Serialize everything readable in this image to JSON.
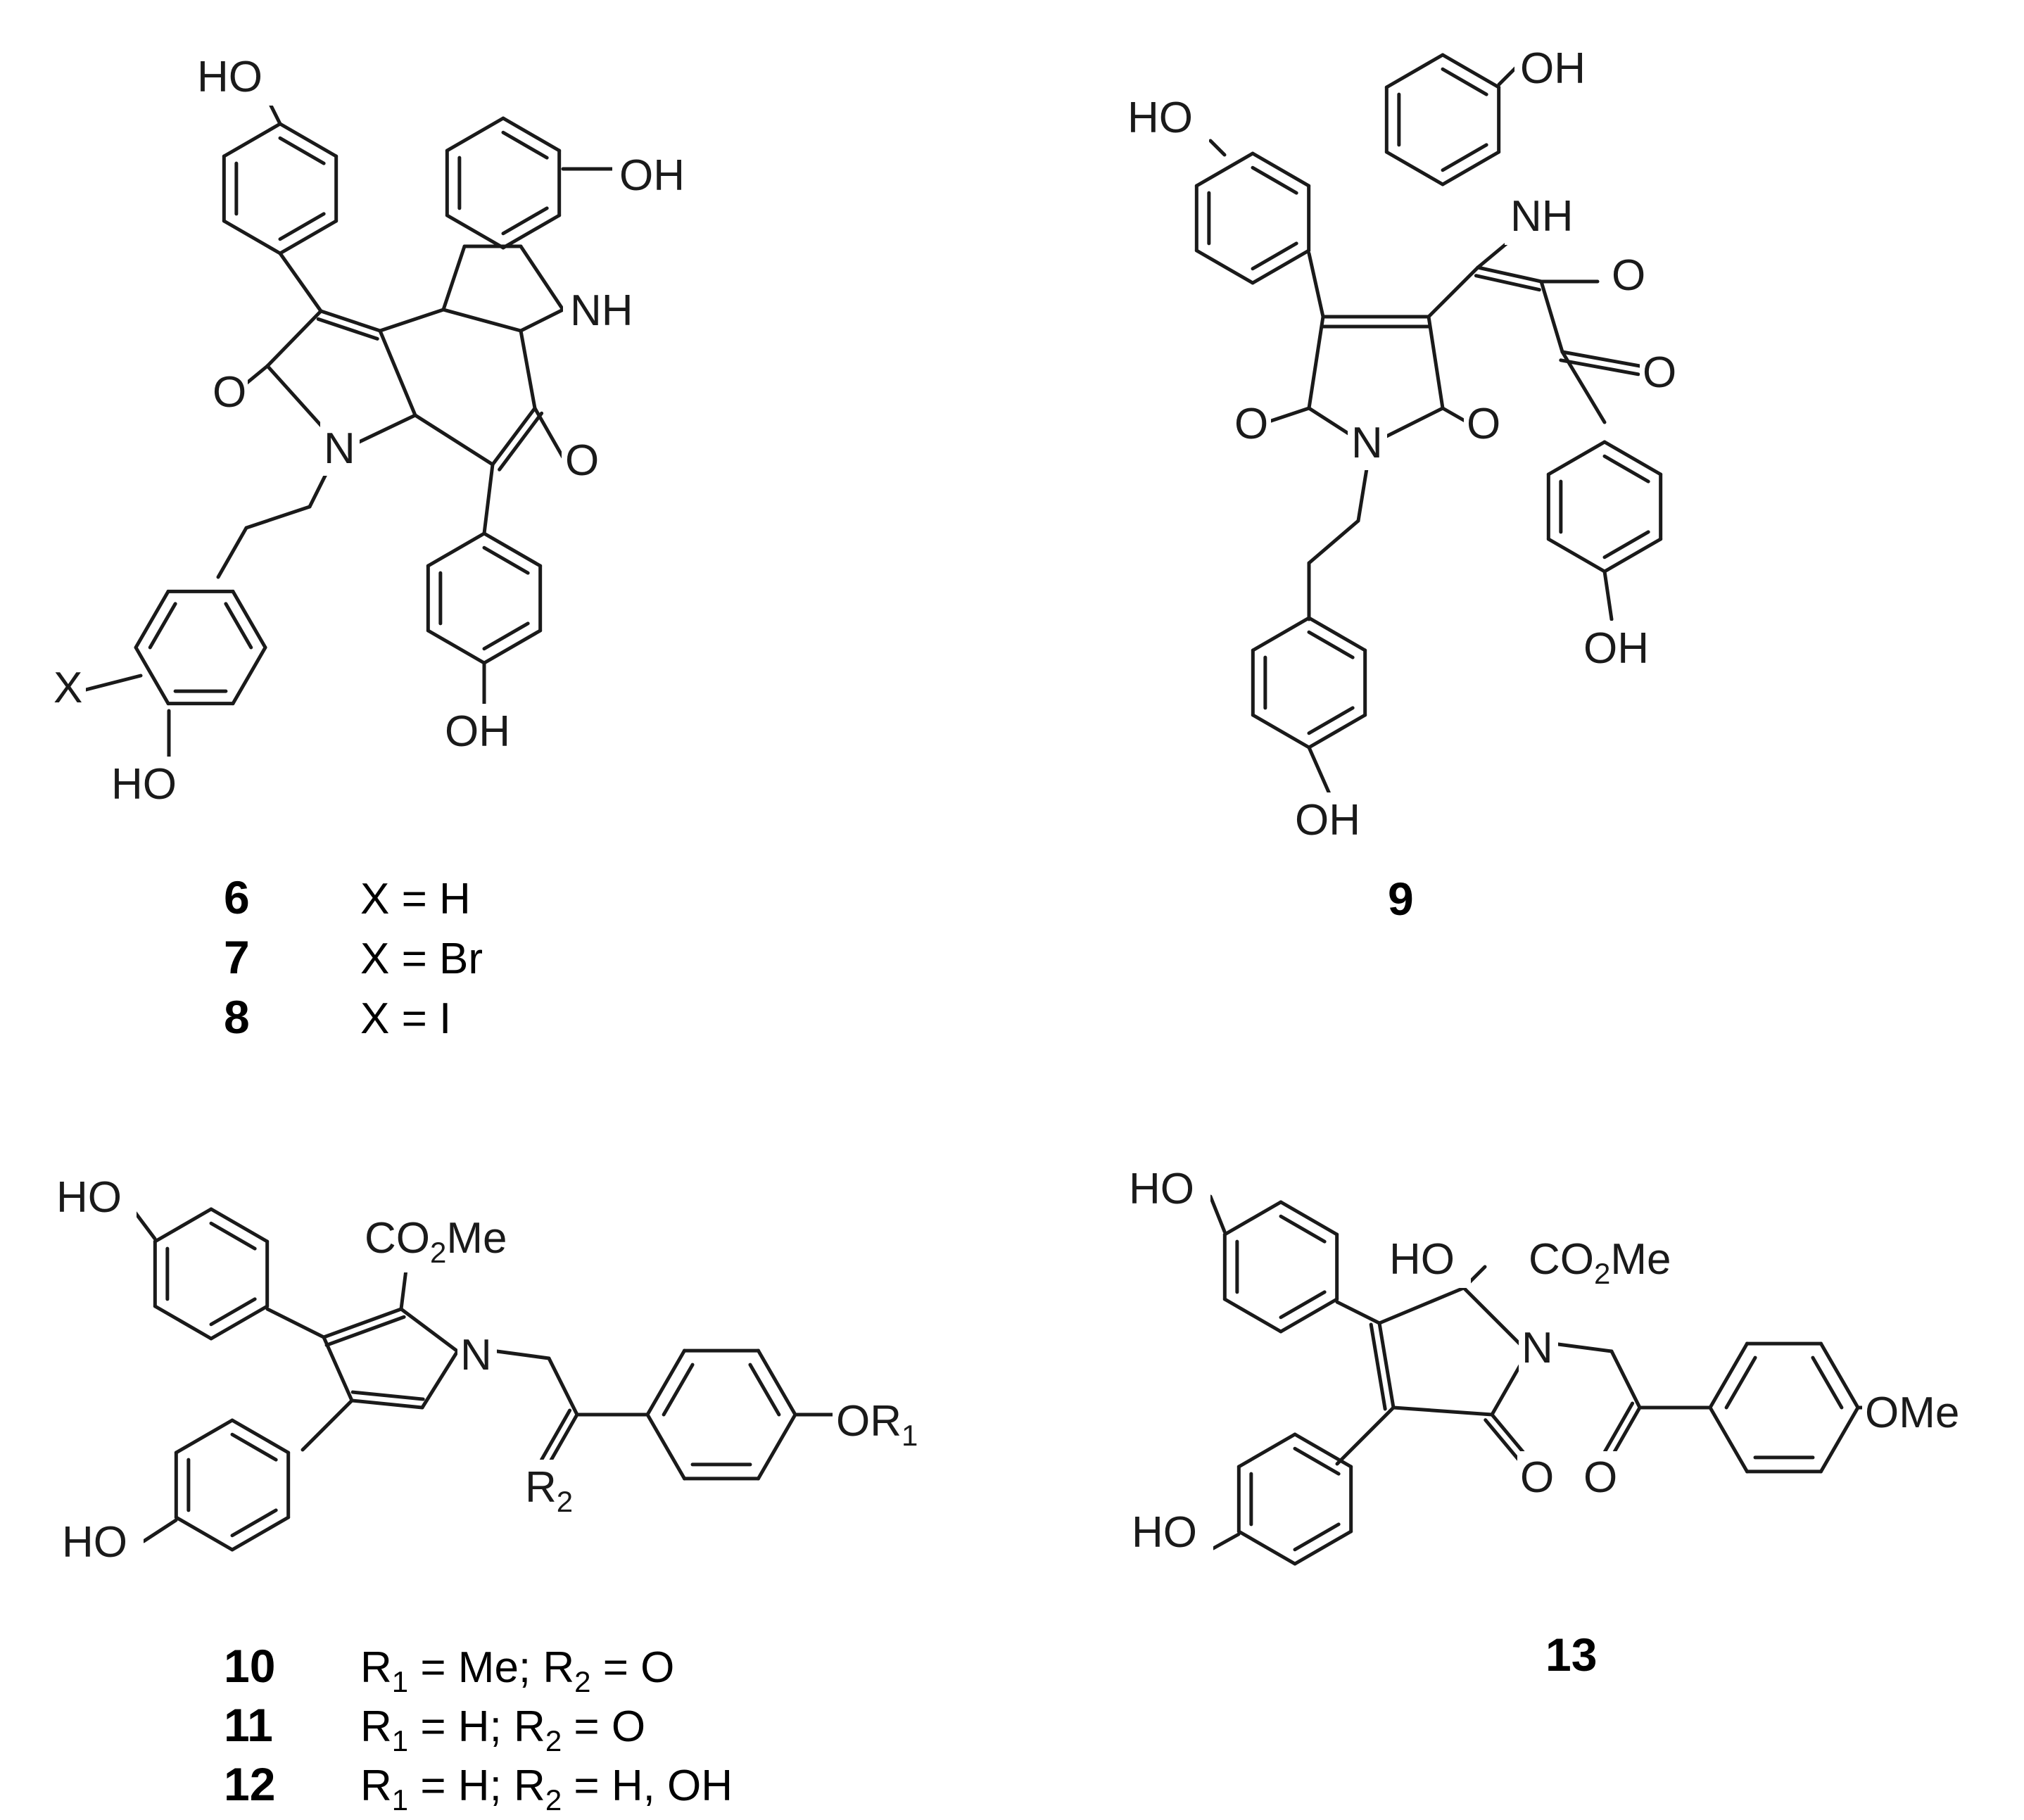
{
  "labels": {
    "HO": "HO",
    "OH": "OH",
    "NH": "NH",
    "N": "N",
    "O": "O",
    "X": "X",
    "CO2Me_CO": "CO",
    "CO2Me_2": "2",
    "CO2Me_Me": "Me",
    "OMe": "OMe",
    "OR1_OR": "OR",
    "OR1_1": "1",
    "R2_R": "R",
    "R2_2": "2"
  },
  "compounds": {
    "s1": [
      {
        "num": "6",
        "def": "X = H"
      },
      {
        "num": "7",
        "def": "X = Br"
      },
      {
        "num": "8",
        "def": "X = I"
      }
    ],
    "s2": {
      "num": "9"
    },
    "s3": [
      {
        "num": "10",
        "d_r1": "R",
        "d_1": "1",
        "d_a": " = Me; R",
        "d_2": "2",
        "d_b": " = O"
      },
      {
        "num": "11",
        "d_r1": "R",
        "d_1": "1",
        "d_a": " = H; R",
        "d_2": "2",
        "d_b": " = O"
      },
      {
        "num": "12",
        "d_r1": "R",
        "d_1": "1",
        "d_a": " = H; R",
        "d_2": "2",
        "d_b": " = H, OH"
      }
    ],
    "s4": {
      "num": "13"
    }
  }
}
